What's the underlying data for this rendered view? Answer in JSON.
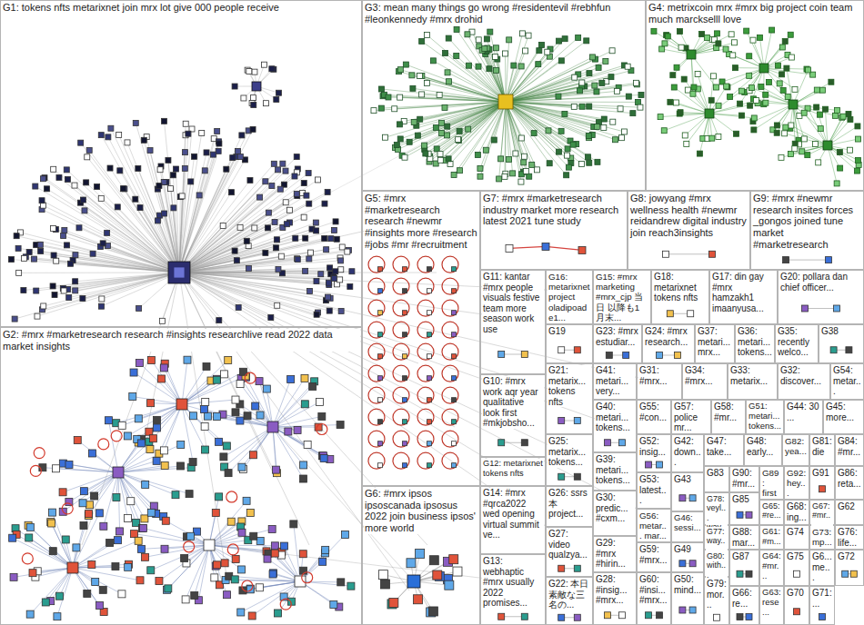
{
  "diagram": {
    "nodes": [
      {
        "text": [
          "G1: tokens nfts metarixnet join mrx lot give 000 people receive"
        ]
      },
      {
        "text": [
          "G3: mean many things go wrong #residentevil #rebhfun #leonkennedy #mrx drohid"
        ]
      },
      {
        "text": [
          "G4: metrixcoin mrx #mrx big project coin team much marckselll love"
        ]
      },
      {
        "text": [
          "G5: #mrx #marketresearch research #newmr #insights more #research #jobs #mr #recruitment"
        ]
      },
      {
        "text": [
          "G7: #mrx #marketresearch industry market more research latest 2021 tune study"
        ]
      },
      {
        "text": [
          "G8: jowyang #mrx wellness health #newmr reidandrew digital industry join reach3insights"
        ]
      },
      {
        "text": [
          "G9: #mrx #newmr research insites forces _gongos joined tune market #marketresearch"
        ]
      },
      {
        "text": [
          "G11: kantar #mrx people visuals festive team more season work use"
        ]
      },
      {
        "text": [
          "G16: metarixnet project oladipoade1..."
        ]
      },
      {
        "text": [
          "G15: #mrx marketing #mrx_cjp 当日 以降も1月末..."
        ]
      },
      {
        "text": [
          "G18: metarixnet tokens nfts"
        ]
      },
      {
        "text": [
          "G17: din gay #mrx hamzakh1 imaanyusa..."
        ]
      },
      {
        "text": [
          "G20: pollara dan chief officer..."
        ]
      },
      {
        "text": [
          "G19"
        ]
      },
      {
        "text": [
          "G23: #mrx estudiar..."
        ]
      },
      {
        "text": [
          "G24: #mrx research..."
        ]
      },
      {
        "text": [
          "G37: metari... mrx..."
        ]
      },
      {
        "text": [
          "G36: metari... tokens..."
        ]
      },
      {
        "text": [
          "G35: recently welco..."
        ]
      },
      {
        "text": [
          "G38"
        ]
      },
      {
        "text": [
          "G21: metarix... tokens nfts"
        ]
      },
      {
        "text": [
          "G41: metari... very..."
        ]
      },
      {
        "text": [
          "G31: #mrx..."
        ]
      },
      {
        "text": [
          "G34: #mrx..."
        ]
      },
      {
        "text": [
          "G33: metarix..."
        ]
      },
      {
        "text": [
          "G32: discover..."
        ]
      },
      {
        "text": [
          "G54: metar..."
        ]
      },
      {
        "text": [
          "G10: #mrx work aqr year qualitative look first #mkjobsho..."
        ]
      },
      {
        "text": [
          "G40: metari... tokens..."
        ]
      },
      {
        "text": [
          "G55: #con..."
        ]
      },
      {
        "text": [
          "G57: police mr..."
        ]
      },
      {
        "text": [
          "G58: #mr..."
        ]
      },
      {
        "text": [
          "G51: metari... tokens..."
        ]
      },
      {
        "text": [
          "G44: 30 ..."
        ]
      },
      {
        "text": [
          "G45: more..."
        ]
      },
      {
        "text": [
          "G25: metarix... tokens..."
        ]
      },
      {
        "text": [
          "G52: insig..."
        ]
      },
      {
        "text": [
          "G42: down..."
        ]
      },
      {
        "text": [
          "G47: take..."
        ]
      },
      {
        "text": [
          "G48: early..."
        ]
      },
      {
        "text": [
          "G82: yea..."
        ]
      },
      {
        "text": [
          "G81: die"
        ]
      },
      {
        "text": [
          "G84: #mr..."
        ]
      },
      {
        "text": [
          "G39: metari... tokens..."
        ]
      },
      {
        "text": [
          "G83"
        ]
      },
      {
        "text": [
          "G90: #mr..."
        ]
      },
      {
        "text": [
          "G89: first"
        ]
      },
      {
        "text": [
          "G92: hey..."
        ]
      },
      {
        "text": [
          "G91"
        ]
      },
      {
        "text": [
          "G86: reta..."
        ]
      },
      {
        "text": [
          "G12: metarixnet tokens nfts"
        ]
      },
      {
        "text": [
          "G53: latest..."
        ]
      },
      {
        "text": [
          "G43"
        ]
      },
      {
        "text": [
          "G26: ssrs 本 project..."
        ]
      },
      {
        "text": [
          "G14: #mrx #qrca2022 wed opening virtual summit ve..."
        ]
      },
      {
        "text": [
          "G30: predic... #cxm..."
        ]
      },
      {
        "text": [
          "G78: veyl... way..."
        ]
      },
      {
        "text": [
          "G85"
        ]
      },
      {
        "text": [
          "G65: #re..."
        ]
      },
      {
        "text": [
          "G68: ing..."
        ]
      },
      {
        "text": [
          "G67: #mr..."
        ]
      },
      {
        "text": [
          "G62"
        ]
      },
      {
        "text": [
          "G56: metar... mar..."
        ]
      },
      {
        "text": [
          "G46: sessi..."
        ]
      },
      {
        "text": [
          "G27: video qualzya..."
        ]
      },
      {
        "text": [
          "G77: way..."
        ]
      },
      {
        "text": [
          "G88: mar..."
        ]
      },
      {
        "text": [
          "G61: #m..."
        ]
      },
      {
        "text": [
          "G74"
        ]
      },
      {
        "text": [
          "G73: mp..."
        ]
      },
      {
        "text": [
          "G76: life..."
        ]
      },
      {
        "text": [
          "G29: #mrx #hirin..."
        ]
      },
      {
        "text": [
          "G59: #mrx..."
        ]
      },
      {
        "text": [
          "G49"
        ]
      },
      {
        "text": [
          "G80: with..."
        ]
      },
      {
        "text": [
          "G87"
        ]
      },
      {
        "text": [
          "G64: #mr..."
        ]
      },
      {
        "text": [
          "G75"
        ]
      },
      {
        "text": [
          "G6... me..."
        ]
      },
      {
        "text": [
          "G72"
        ]
      },
      {
        "text": [
          "G13: webhaptic #mrx usually 2022 promises..."
        ]
      },
      {
        "text": [
          "G22: 本日素敵な三名の..."
        ]
      },
      {
        "text": [
          "G28: #insig... #mrx..."
        ]
      },
      {
        "text": [
          "G60: #insi... #mrx..."
        ]
      },
      {
        "text": [
          "G50: mind..."
        ]
      },
      {
        "text": [
          "G79: mor..."
        ]
      },
      {
        "text": [
          "G66: re..."
        ]
      },
      {
        "text": [
          "G63: rese..."
        ]
      },
      {
        "text": [
          "G70"
        ]
      },
      {
        "text": [
          "G71: ..."
        ]
      },
      {
        "text": [
          "G2: #mrx #marketresearch research #insights researchlive read 2022 data market insights"
        ]
      },
      {
        "text": [
          "G6: #mrx ipsos ipsoscanada ipsosus 2022 join business ipsos' more world"
        ]
      }
    ]
  }
}
